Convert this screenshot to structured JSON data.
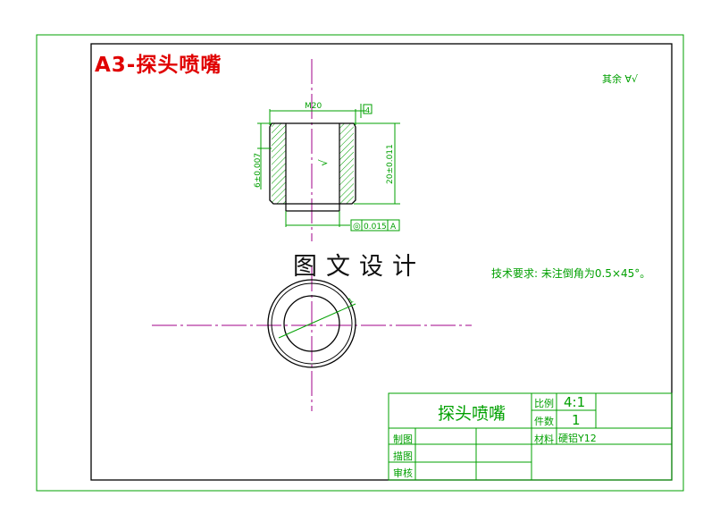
{
  "page": {
    "title": "A3-探头喷嘴",
    "watermark": "图文设计"
  },
  "drawing": {
    "colors": {
      "outline": "#000000",
      "annotation": "#00a000",
      "centerline": "#a0008a",
      "frame": "#00a000",
      "title_text": "#e00000"
    },
    "dimensions": {
      "top_thread": "M20",
      "chamfer_box": "4",
      "left_height": "6±0.007",
      "right_height": "20±0.011",
      "roughness_mark": "√",
      "bottom_dia": "1"
    },
    "tolerance_frame": {
      "symbol": "◎",
      "value": "0.015",
      "datum": "A"
    },
    "roughness_note": "其余 ∀√",
    "technical_note": "技术要求: 未注倒角为0.5×45°。"
  },
  "title_block": {
    "part_name": "探头喷嘴",
    "scale_label": "比例",
    "scale_value": "4:1",
    "qty_label": "件数",
    "qty_value": "1",
    "material_label": "材料",
    "material_value": "硬铝Y12",
    "drawn_label": "制图",
    "traced_label": "描图",
    "checked_label": "审核"
  }
}
